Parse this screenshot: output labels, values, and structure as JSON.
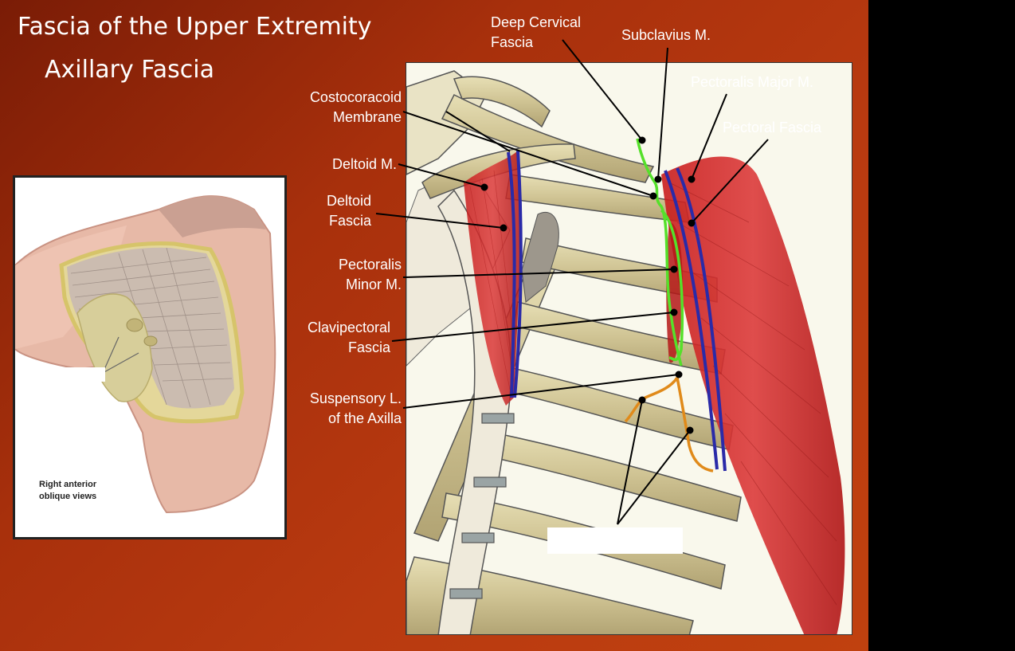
{
  "slide": {
    "title": "Fascia of the Upper Extremity",
    "subtitle": "Axillary Fascia"
  },
  "inset": {
    "caption_line1": "Right anterior",
    "caption_line2": "oblique views"
  },
  "labels": {
    "deep_cervical_1": "Deep Cervical",
    "deep_cervical_2": "Fascia",
    "subclavius": "Subclavius M.",
    "pectoralis_major": "Pectoralis Major M.",
    "pectoral_fascia": "Pectoral Fascia",
    "costocoracoid_1": "Costocoracoid",
    "costocoracoid_2": "Membrane",
    "deltoid_m": "Deltoid M.",
    "deltoid_fascia_1": "Deltoid",
    "deltoid_fascia_2": "Fascia",
    "pec_minor_1": "Pectoralis",
    "pec_minor_2": "Minor M.",
    "clavipectoral_1": "Clavipectoral",
    "clavipectoral_2": "Fascia",
    "suspensory_1": "Suspensory L.",
    "suspensory_2": "of the Axilla"
  },
  "colors": {
    "fascia_green": "#55e02a",
    "fascia_blue": "#2a2aa8",
    "ligament_orange": "#e08a1a",
    "muscle_red": "#d22a2a",
    "bone": "#d8cfa0"
  },
  "icons": [
    "axilla-inset-illustration",
    "thoracic-anatomy-illustration"
  ]
}
